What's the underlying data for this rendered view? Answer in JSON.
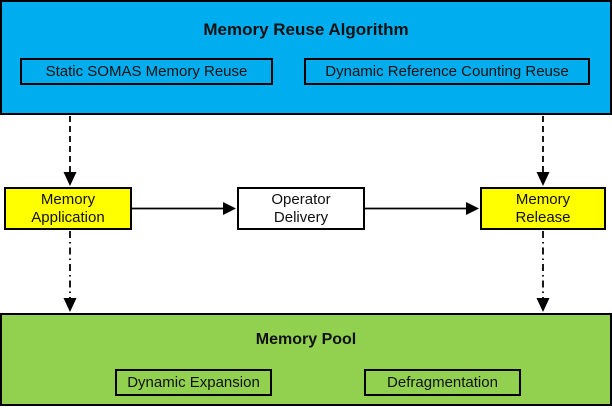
{
  "diagram": {
    "algorithm": {
      "title": "Memory Reuse Algorithm",
      "items": [
        {
          "label": "Static SOMAS Memory Reuse"
        },
        {
          "label": "Dynamic Reference Counting Reuse"
        }
      ]
    },
    "flow": {
      "application": "Memory Application",
      "delivery": "Operator Delivery",
      "release": "Memory Release"
    },
    "pool": {
      "title": "Memory Pool",
      "items": [
        {
          "label": "Dynamic Expansion"
        },
        {
          "label": "Defragmentation"
        }
      ]
    },
    "colors": {
      "algorithm_bg": "#00AEEF",
      "pool_bg": "#92D050",
      "node_yellow": "#FFFF00",
      "node_white": "#FFFFFF",
      "line": "#000000"
    }
  }
}
